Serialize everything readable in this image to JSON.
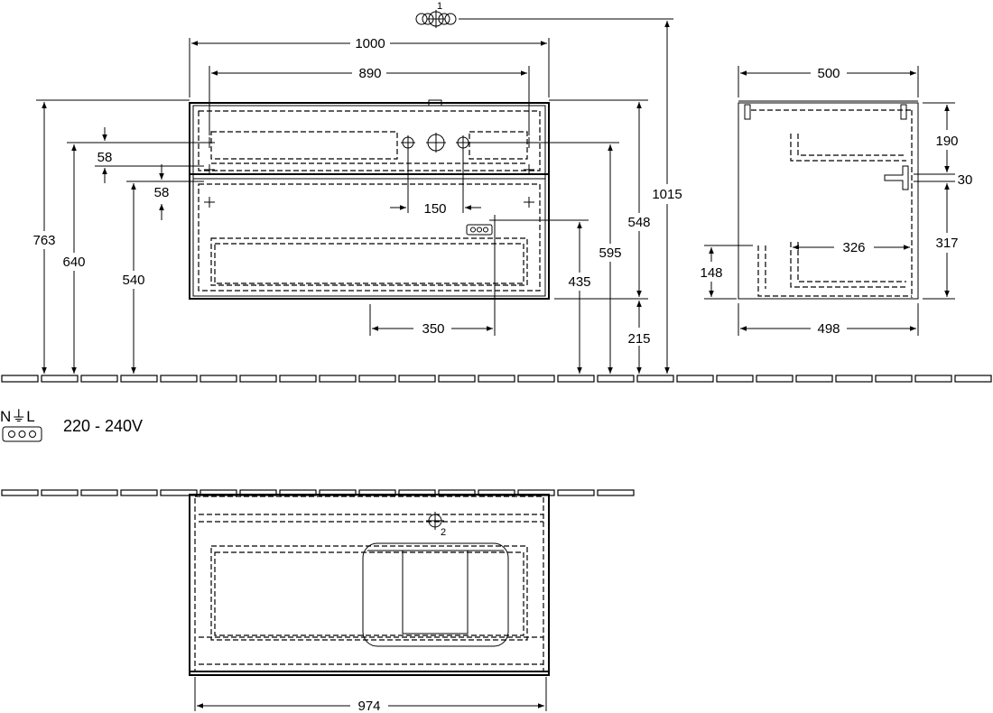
{
  "callouts": {
    "ref_1": "1",
    "ref_2": "2"
  },
  "front_view": {
    "width_overall": "1000",
    "width_inner": "890",
    "h_763": "763",
    "h_640": "640",
    "h_540": "540",
    "spacing_58_a": "58",
    "spacing_58_b": "58",
    "spacing_150": "150",
    "h_548": "548",
    "h_595": "595",
    "h_1015": "1015",
    "h_435": "435",
    "h_215": "215",
    "offset_350": "350"
  },
  "side_view": {
    "depth_top": "500",
    "depth_bottom": "498",
    "h_190": "190",
    "h_30": "30",
    "h_317": "317",
    "h_148": "148",
    "depth_326": "326"
  },
  "electrical": {
    "symbol_label": "N⏚L",
    "voltage": "220 - 240V"
  },
  "plan_view": {
    "width_974": "974"
  }
}
